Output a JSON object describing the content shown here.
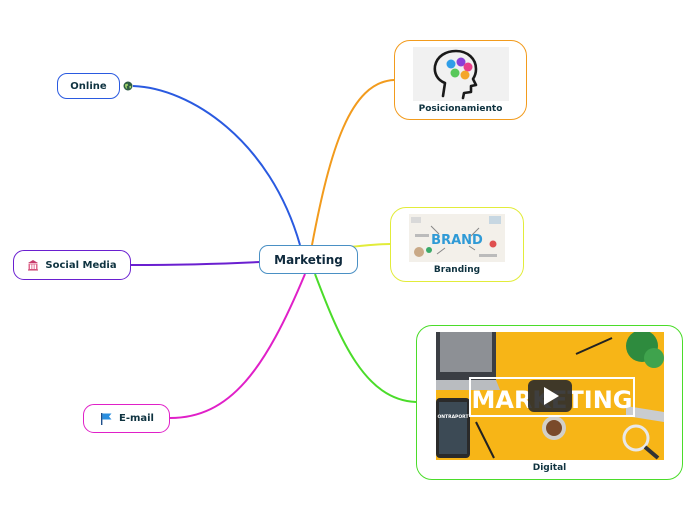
{
  "map": {
    "center": "Marketing",
    "topics": {
      "online": "Online",
      "social_media": "Social Media",
      "email": "E-mail",
      "posicionamiento": "Posicionamiento",
      "branding": "Branding",
      "digital": "Digital"
    },
    "image_text": {
      "brand": "BRAND",
      "marketing": "MARKETING",
      "ontraport": "ONTRAPORT"
    },
    "icons": {
      "online": "globe-icon",
      "social_media": "building-icon",
      "email": "flag-icon",
      "digital": "play-icon"
    }
  },
  "colors": {
    "online": "#2a5ae0",
    "social_media": "#6a1fd0",
    "email": "#e020c8",
    "posicionamiento": "#f29b1d",
    "branding": "#e2ec3a",
    "digital": "#4bdc2a",
    "center": "#4a90c4"
  }
}
